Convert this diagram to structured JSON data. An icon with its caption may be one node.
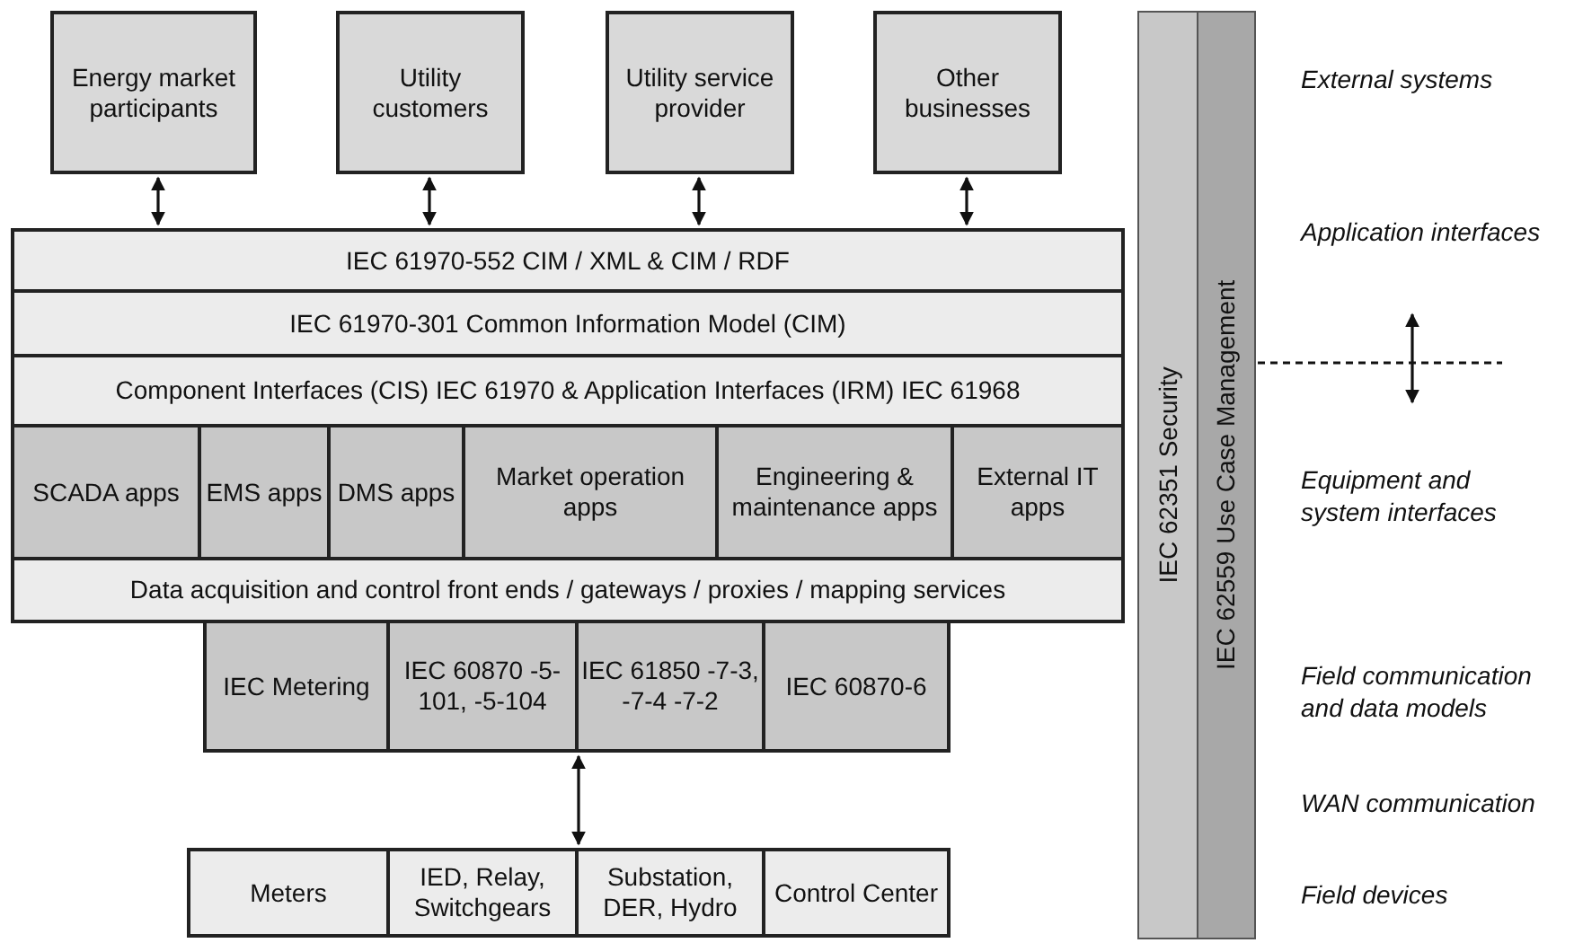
{
  "diagram": {
    "nodes": [
      {
        "text": [
          "Energy market participants"
        ]
      },
      {
        "text": [
          "Utility customers"
        ]
      },
      {
        "text": [
          "Utility service provider"
        ]
      },
      {
        "text": [
          "Other businesses"
        ]
      },
      {
        "text": [
          "IEC 61970-552 CIM / XML & CIM / RDF"
        ]
      },
      {
        "text": [
          "IEC 61970-301 Common Information Model (CIM)"
        ]
      },
      {
        "text": [
          "Component Interfaces (CIS) IEC 61970 & Application Interfaces (IRM) IEC 61968"
        ]
      },
      {
        "text": [
          "SCADA apps"
        ]
      },
      {
        "text": [
          "EMS apps"
        ]
      },
      {
        "text": [
          "DMS apps"
        ]
      },
      {
        "text": [
          "Market operation apps"
        ]
      },
      {
        "text": [
          "Engineering & maintenance apps"
        ]
      },
      {
        "text": [
          "External IT apps"
        ]
      },
      {
        "text": [
          "Data acquisition and control front ends / gateways / proxies / mapping services"
        ]
      },
      {
        "text": [
          "IEC Metering"
        ]
      },
      {
        "text": [
          "IEC 60870 -5-101, -5-104"
        ]
      },
      {
        "text": [
          "IEC 61850 -7-3, -7-4 -7-2"
        ]
      },
      {
        "text": [
          "IEC 60870-6"
        ]
      },
      {
        "text": [
          "Meters"
        ]
      },
      {
        "text": [
          "IED, Relay, Switchgears"
        ]
      },
      {
        "text": [
          "Substation, DER, Hydro"
        ]
      },
      {
        "text": [
          "Control Center"
        ]
      },
      {
        "text": [
          "IEC 62351 Security"
        ]
      },
      {
        "text": [
          "IEC 62559 Use Case Management"
        ]
      }
    ],
    "edges": [
      {
        "from": 0,
        "to": 4,
        "arrow": "both"
      },
      {
        "from": 1,
        "to": 4,
        "arrow": "both"
      },
      {
        "from": 2,
        "to": 4,
        "arrow": "both"
      },
      {
        "from": 3,
        "to": 4,
        "arrow": "both"
      },
      {
        "from": 16,
        "to": 20,
        "arrow": "both"
      }
    ],
    "labels": [
      "External systems",
      "Application interfaces",
      "Equipment and system interfaces",
      "Field communication and data models",
      "WAN communication",
      "Field devices"
    ]
  }
}
